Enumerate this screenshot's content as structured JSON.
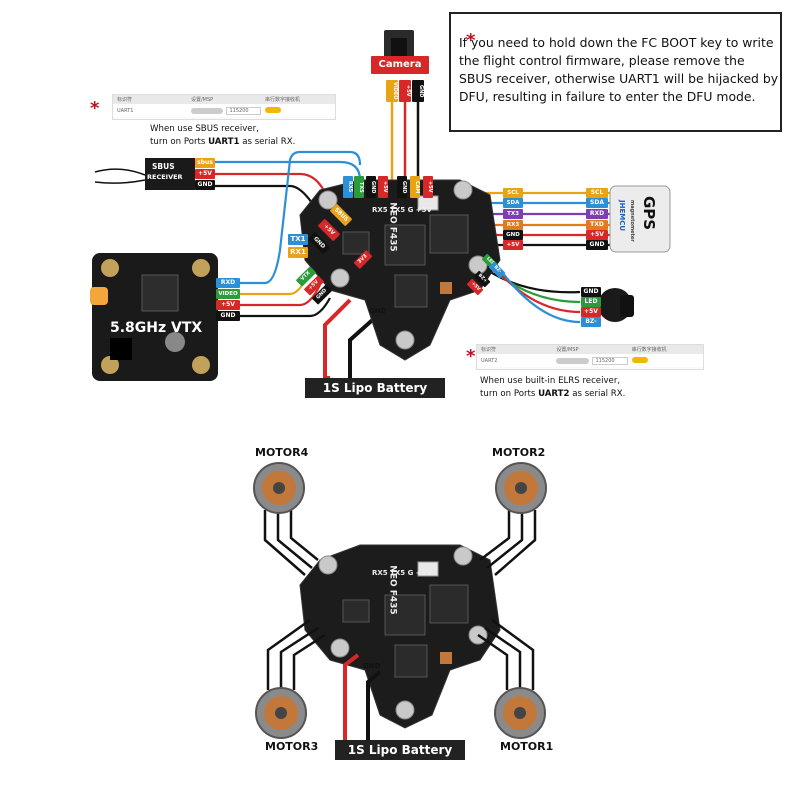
{
  "camera": {
    "label": "Camera",
    "pins": [
      "VIDEO",
      "+5V",
      "GND"
    ]
  },
  "note": {
    "text": "If you need to hold down the FC BOOT key to write the flight control firmware, please remove the SBUS receiver, otherwise UART1 will be hijacked by DFU, resulting in failure to enter the DFU mode."
  },
  "ports_uart1": {
    "head": [
      "标识符",
      "设置/MSP",
      "串行数字接收机"
    ],
    "row_id": "UART1",
    "row_val": "115200"
  },
  "ports_uart2": {
    "head": [
      "标识符",
      "设置/MSP",
      "串行数字接收机"
    ],
    "row_id": "UART2",
    "row_val": "115200"
  },
  "sbus_note": {
    "line1": "When use SBUS receiver,",
    "line2_pre": "turn on Ports ",
    "line2_bold": "UART1",
    "line2_post": " as serial RX."
  },
  "elrs_note": {
    "line1": "When use built-in ELRS receiver,",
    "line2_pre": "turn on Ports ",
    "line2_bold": "UART2",
    "line2_post": " as serial RX."
  },
  "sbus_receiver": {
    "label1": "SBUS",
    "label2": "RECEIVER",
    "pins": [
      "sbus",
      "+5V",
      "GND"
    ]
  },
  "vtx": {
    "label": "5.8GHz VTX",
    "pins": [
      "RXD",
      "VIDEO",
      "+5V",
      "GND"
    ]
  },
  "gps": {
    "label": "GPS",
    "sublabel": "magnetometer",
    "brand": "JHEMCU",
    "pins": [
      "SCL",
      "SDA",
      "RXD",
      "TXD",
      "+5V",
      "GND"
    ]
  },
  "buzzer_pins": [
    "GND",
    "LED",
    "+5V",
    "BZ-"
  ],
  "fc": {
    "name": "NEO F435",
    "top_pins": [
      "RX5",
      "TX5",
      "GND",
      "+5V",
      "GND",
      "CAM",
      "+5V"
    ],
    "right_pins": [
      "SCL",
      "SDA",
      "TX3",
      "RX3",
      "GND",
      "+5V"
    ],
    "left_pins": [
      "TX1",
      "RX1",
      "SBUS",
      "+5V",
      "GND"
    ],
    "vtx_side_pins": [
      "VTX",
      "+5V",
      "GND",
      "3V3"
    ],
    "led_pins": [
      "LED",
      "BZ-",
      "BZ+",
      "+5V"
    ],
    "gnd_label": "GND",
    "top_row_label": "RX5 TX5 G +5V"
  },
  "battery_top": "1S Lipo Battery",
  "battery_bottom": "1S Lipo Battery",
  "motors": [
    "MOTOR4",
    "MOTOR2",
    "MOTOR3",
    "MOTOR1"
  ],
  "colors": {
    "red": "#d62828",
    "black": "#111111",
    "yellow": "#e8a317",
    "blue": "#2d8fd5",
    "green": "#2a9d3a",
    "purple": "#7b3fb0",
    "orange": "#e07b20",
    "gray": "#666666",
    "board": "#1c1c1c",
    "copper": "#c2783a"
  }
}
